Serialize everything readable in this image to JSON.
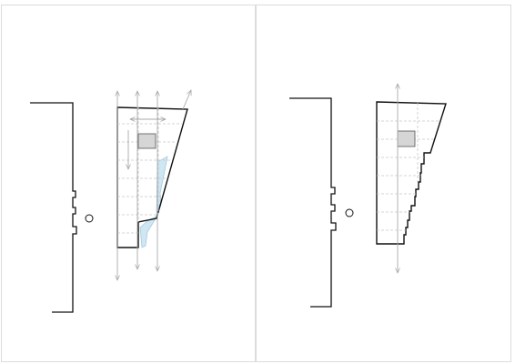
{
  "diagram": {
    "panel_count": 2,
    "panels": [
      {
        "id": "left",
        "shows_movement_arrows": true,
        "shows_blue_fill": true,
        "stepped_edge": false
      },
      {
        "id": "right",
        "shows_movement_arrows": true,
        "shows_blue_fill": false,
        "stepped_edge": true
      }
    ],
    "colors": {
      "background": "#ffffff",
      "panel_border": "#dcdcdc",
      "outline": "#111111",
      "grid": "#c8c8c8",
      "arrow": "#a8a8a8",
      "fill_gray": "#d6d6d6",
      "fill_blue": "#cfe6f3"
    }
  }
}
